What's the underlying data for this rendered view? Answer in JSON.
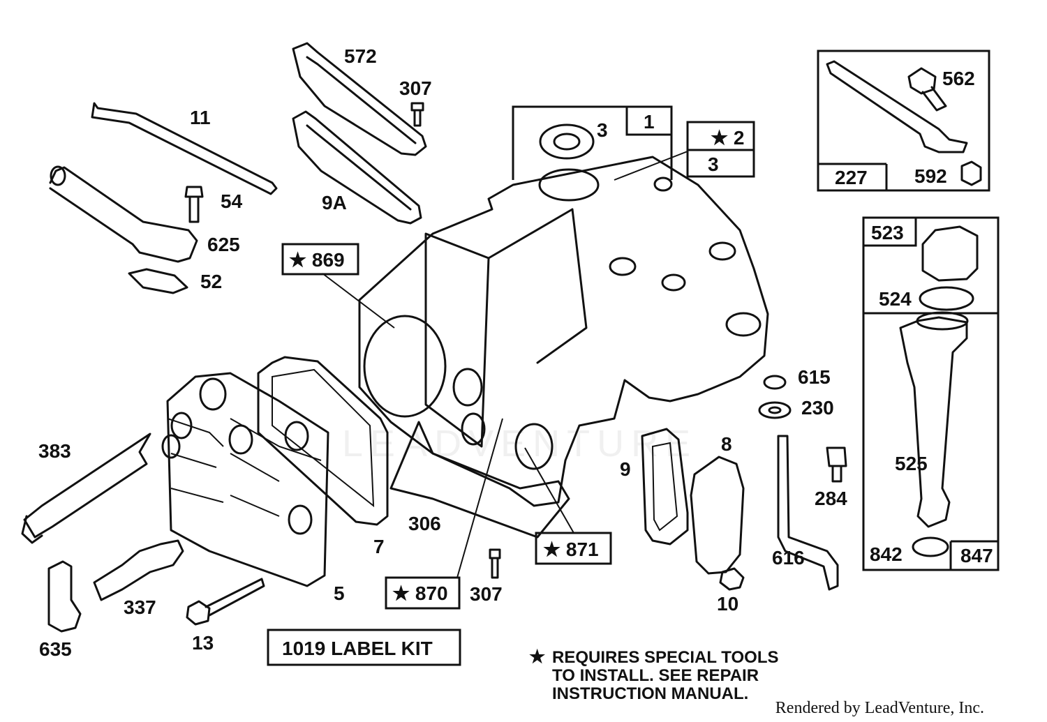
{
  "diagram": {
    "parts": [
      {
        "id": "p-11",
        "label": "11"
      },
      {
        "id": "p-54",
        "label": "54"
      },
      {
        "id": "p-625",
        "label": "625"
      },
      {
        "id": "p-52",
        "label": "52"
      },
      {
        "id": "p-572",
        "label": "572"
      },
      {
        "id": "p-307a",
        "label": "307"
      },
      {
        "id": "p-9a",
        "label": "9A"
      },
      {
        "id": "p-3a",
        "label": "3"
      },
      {
        "id": "p-562",
        "label": "562"
      },
      {
        "id": "p-592",
        "label": "592"
      },
      {
        "id": "p-524",
        "label": "524"
      },
      {
        "id": "p-615",
        "label": "615"
      },
      {
        "id": "p-230",
        "label": "230"
      },
      {
        "id": "p-525",
        "label": "525"
      },
      {
        "id": "p-9",
        "label": "9"
      },
      {
        "id": "p-8",
        "label": "8"
      },
      {
        "id": "p-284",
        "label": "284"
      },
      {
        "id": "p-383",
        "label": "383"
      },
      {
        "id": "p-7",
        "label": "7"
      },
      {
        "id": "p-306",
        "label": "306"
      },
      {
        "id": "p-616",
        "label": "616"
      },
      {
        "id": "p-842",
        "label": "842"
      },
      {
        "id": "p-5",
        "label": "5"
      },
      {
        "id": "p-307b",
        "label": "307"
      },
      {
        "id": "p-10",
        "label": "10"
      },
      {
        "id": "p-337",
        "label": "337"
      },
      {
        "id": "p-13",
        "label": "13"
      },
      {
        "id": "p-635",
        "label": "635"
      }
    ],
    "boxed_parts": [
      {
        "id": "b-1",
        "label": "1"
      },
      {
        "id": "b-2",
        "label": "★ 2"
      },
      {
        "id": "b-3",
        "label": "3"
      },
      {
        "id": "b-227",
        "label": "227"
      },
      {
        "id": "b-523",
        "label": "523"
      },
      {
        "id": "b-847",
        "label": "847"
      },
      {
        "id": "b-869",
        "label": "★ 869"
      },
      {
        "id": "b-871",
        "label": "★ 871"
      },
      {
        "id": "b-870",
        "label": "★ 870"
      },
      {
        "id": "b-1019",
        "label": "1019 LABEL KIT"
      }
    ],
    "note_symbol": "★",
    "note_lines": [
      "REQUIRES SPECIAL TOOLS",
      "TO INSTALL.  SEE REPAIR",
      "INSTRUCTION MANUAL."
    ],
    "credit": "Rendered by LeadVenture, Inc.",
    "watermark": "LEADVENTURE"
  }
}
